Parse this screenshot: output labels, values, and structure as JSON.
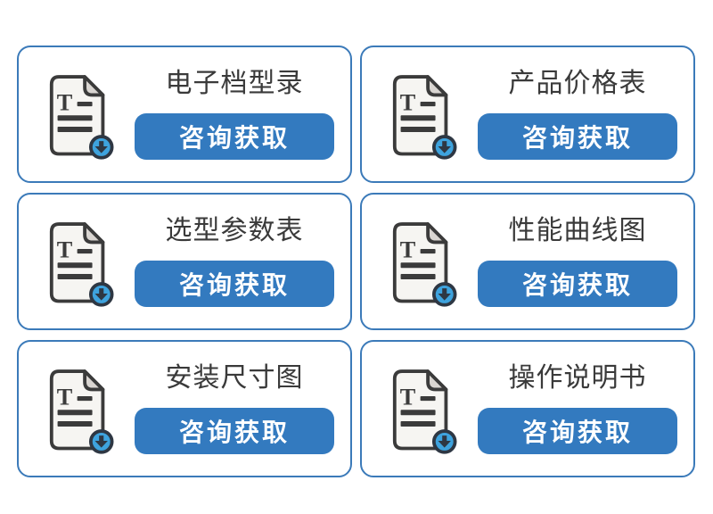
{
  "page": {
    "background_color": "#ffffff"
  },
  "colors": {
    "card_border": "#3b7ab9",
    "button_background": "#337abf",
    "button_text": "#ffffff",
    "title_text": "#3a3a3a",
    "icon_outline": "#3b3b3b",
    "icon_paper": "#f6f5f2",
    "icon_fold": "#d9d5d1",
    "icon_badge_fill": "#3ea3de",
    "icon_badge_ring": "#2e3743"
  },
  "cards": [
    {
      "title": "电子档型录",
      "button_label": "咨询获取",
      "icon": "document-download-icon"
    },
    {
      "title": "产品价格表",
      "button_label": "咨询获取",
      "icon": "document-download-icon"
    },
    {
      "title": "选型参数表",
      "button_label": "咨询获取",
      "icon": "document-download-icon"
    },
    {
      "title": "性能曲线图",
      "button_label": "咨询获取",
      "icon": "document-download-icon"
    },
    {
      "title": "安装尺寸图",
      "button_label": "咨询获取",
      "icon": "document-download-icon"
    },
    {
      "title": "操作说明书",
      "button_label": "咨询获取",
      "icon": "document-download-icon"
    }
  ]
}
